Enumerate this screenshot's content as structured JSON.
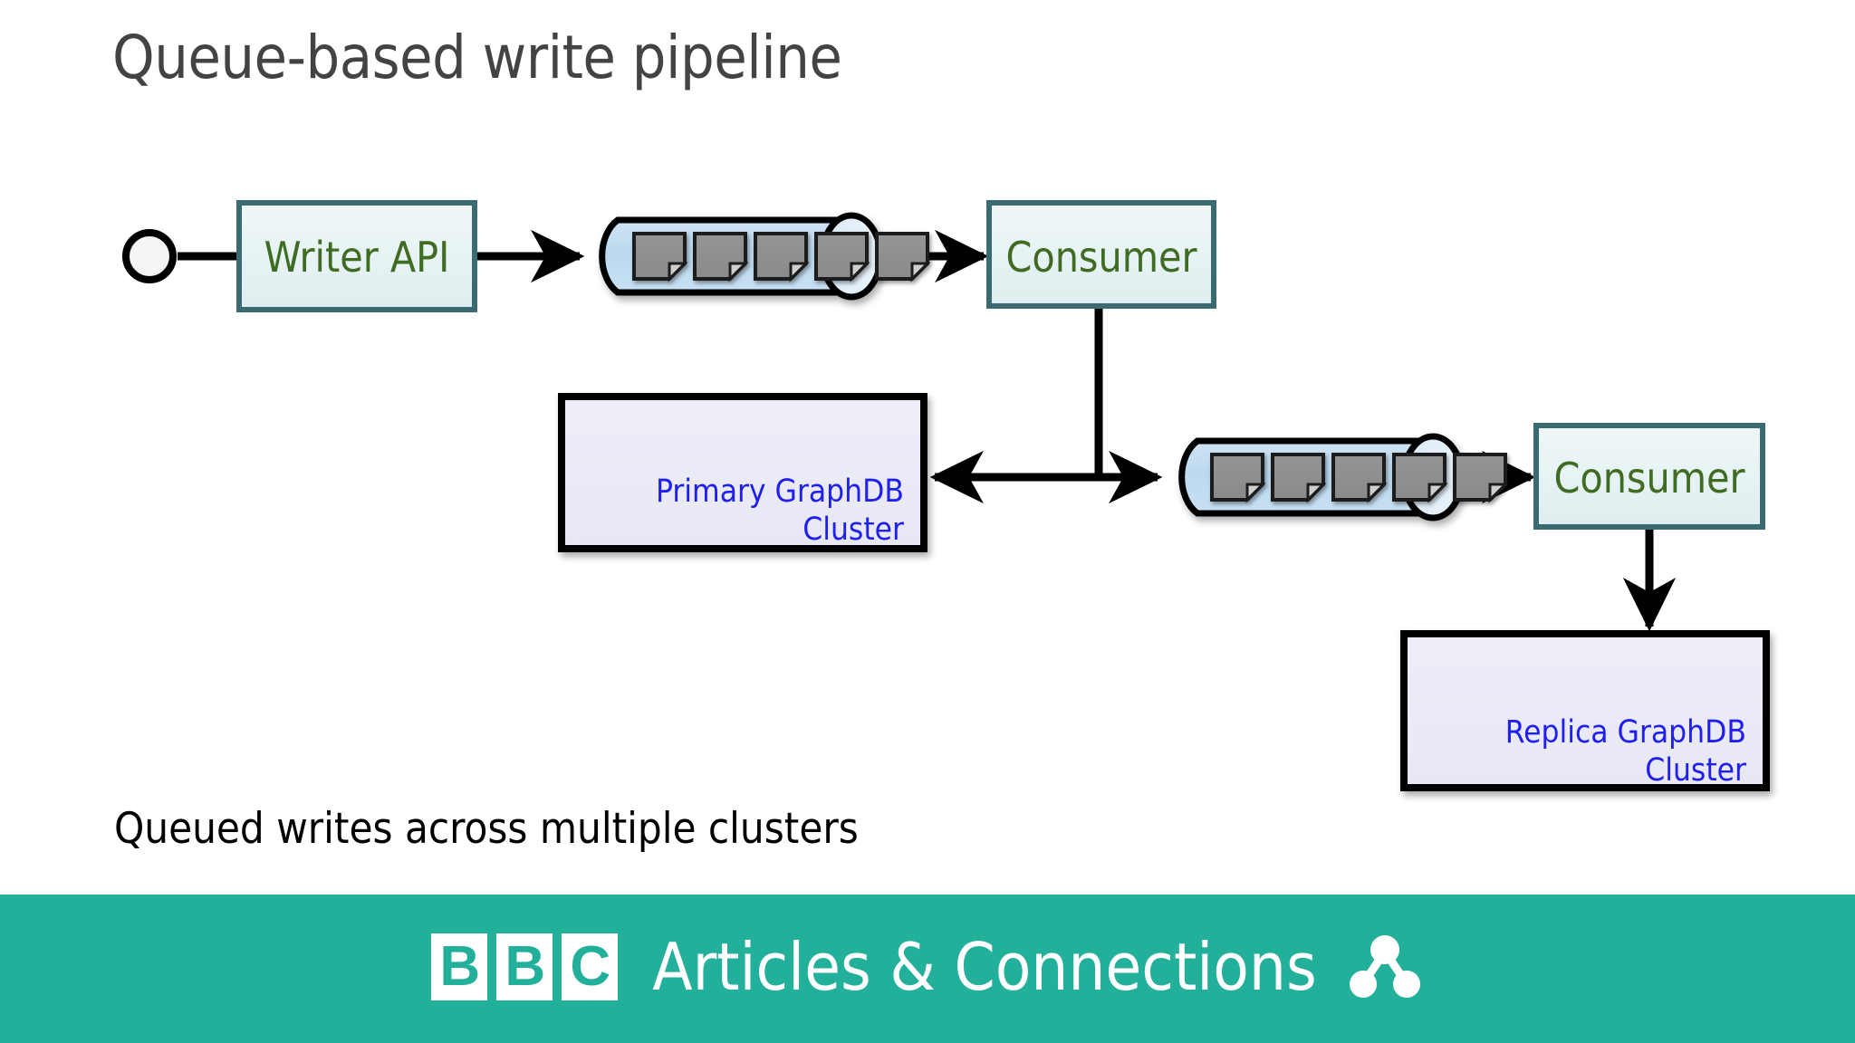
{
  "slide": {
    "title": "Queue-based write pipeline",
    "caption": "Queued writes across multiple clusters",
    "background_color": "#ffffff",
    "title_color": "#434343",
    "caption_color": "#000000"
  },
  "diagram": {
    "type": "flowchart",
    "nodes": [
      {
        "id": "start",
        "shape": "circle",
        "label": "",
        "fill": "#f5f5f5",
        "stroke": "#000000"
      },
      {
        "id": "writer-api",
        "shape": "rectangle",
        "label": "Writer API",
        "fill": "#e3eff1",
        "stroke": "#3a6b70",
        "text_color": "#3f6b22"
      },
      {
        "id": "queue-1",
        "shape": "queue-cylinder",
        "label": "",
        "message_count": 5,
        "fill": "#bad8ee",
        "stroke": "#000000",
        "message_fill": "#8c8c8c"
      },
      {
        "id": "consumer-1",
        "shape": "rectangle",
        "label": "Consumer",
        "fill": "#e3eff1",
        "stroke": "#3a6b70",
        "text_color": "#3f6b22"
      },
      {
        "id": "primary-graphdb",
        "shape": "rectangle",
        "label_line1": "Primary GraphDB",
        "label_line2": "Cluster",
        "fill": "#ebebf7",
        "stroke": "#000000",
        "text_color": "#2020ee"
      },
      {
        "id": "queue-2",
        "shape": "queue-cylinder",
        "label": "",
        "message_count": 5,
        "fill": "#bad8ee",
        "stroke": "#000000",
        "message_fill": "#8c8c8c"
      },
      {
        "id": "consumer-2",
        "shape": "rectangle",
        "label": "Consumer",
        "fill": "#e3eff1",
        "stroke": "#3a6b70",
        "text_color": "#3f6b22"
      },
      {
        "id": "replica-graphdb",
        "shape": "rectangle",
        "label_line1": "Replica GraphDB",
        "label_line2": "Cluster",
        "fill": "#ebebf7",
        "stroke": "#000000",
        "text_color": "#2020ee"
      }
    ],
    "edges": [
      {
        "from": "start",
        "to": "writer-api",
        "arrow": "none"
      },
      {
        "from": "writer-api",
        "to": "queue-1",
        "arrow": "end"
      },
      {
        "from": "queue-1",
        "to": "consumer-1",
        "arrow": "end"
      },
      {
        "from": "consumer-1",
        "to": "primary-graphdb",
        "arrow": "end"
      },
      {
        "from": "consumer-1",
        "to": "queue-2",
        "arrow": "end"
      },
      {
        "from": "queue-2",
        "to": "consumer-2",
        "arrow": "end"
      },
      {
        "from": "consumer-2",
        "to": "replica-graphdb",
        "arrow": "end"
      }
    ],
    "edge_color": "#000000"
  },
  "footer": {
    "logo_letters": [
      "B",
      "B",
      "C"
    ],
    "brand_text": "Articles & Connections",
    "background_color": "#22b09a",
    "text_color": "#ffffff",
    "icon": "graph-nodes-icon"
  }
}
